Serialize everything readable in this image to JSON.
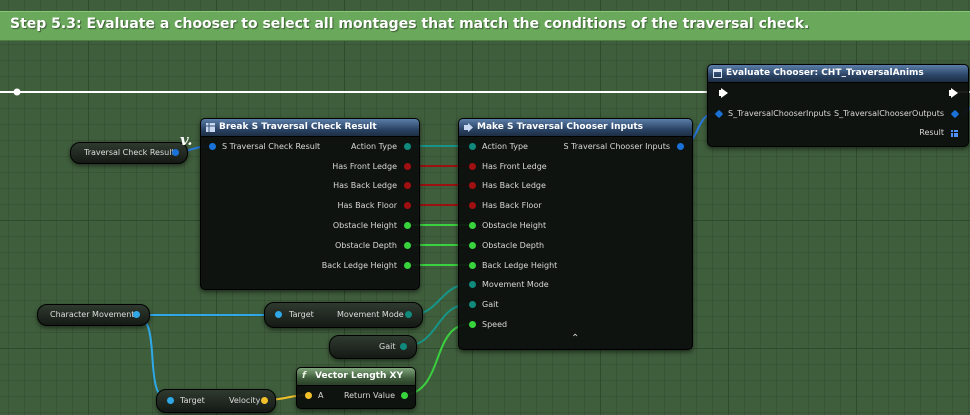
{
  "comment": {
    "title": "Step 5.3: Evaluate a chooser to select all montages that match the conditions of the traversal check."
  },
  "colors": {
    "struct_pin": "#1a72d8",
    "bool_pin": "#a11010",
    "float_pin": "#38d43e",
    "enum_pin": "#0f8a7c",
    "vector_pin": "#f2c12a"
  },
  "var_traversal": {
    "label": "Traversal Check Result"
  },
  "var_character_movement": {
    "label": "Character Movement"
  },
  "var_gait": {
    "label": "Gait"
  },
  "break_node": {
    "title": "Break S Traversal Check Result",
    "input": "S Traversal Check Result",
    "outputs": [
      "Action Type",
      "Has Front Ledge",
      "Has Back Ledge",
      "Has Back Floor",
      "Obstacle Height",
      "Obstacle Depth",
      "Back Ledge Height"
    ]
  },
  "make_node": {
    "title": "Make S Traversal Chooser Inputs",
    "inputs": [
      "Action Type",
      "Has Front Ledge",
      "Has Back Ledge",
      "Has Back Floor",
      "Obstacle Height",
      "Obstacle Depth",
      "Back Ledge Height",
      "Movement Mode",
      "Gait",
      "Speed"
    ],
    "output": "S Traversal Chooser Inputs"
  },
  "eval_node": {
    "title": "Evaluate Chooser: CHT_TraversalAnims",
    "input": "S_TraversalChooserInputs",
    "output": "S_TraversalChooserOutputs",
    "result": "Result"
  },
  "movement_mode_node": {
    "target": "Target",
    "output": "Movement Mode"
  },
  "velocity_node": {
    "target": "Target",
    "output": "Velocity"
  },
  "vector_length_node": {
    "title": "Vector Length XY",
    "input": "A",
    "output": "Return Value"
  }
}
